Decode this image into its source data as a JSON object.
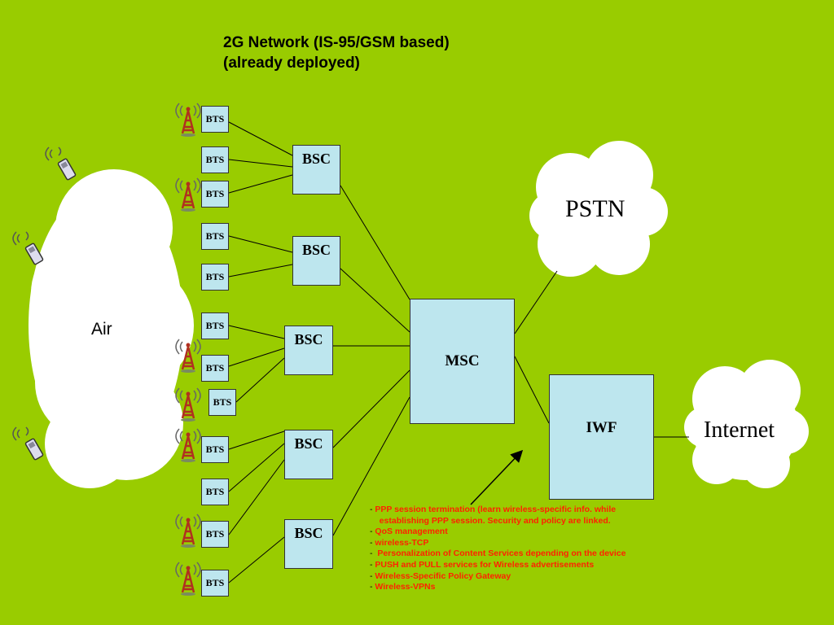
{
  "title": {
    "line1": "2G Network (IS-95/GSM based)",
    "line2": "(already deployed)"
  },
  "clouds": {
    "air": "Air",
    "pstn": "PSTN",
    "internet": "Internet"
  },
  "nodes": {
    "bts_label": "BTS",
    "bsc_label": "BSC",
    "msc_label": "MSC",
    "iwf_label": "IWF"
  },
  "notes": [
    "PPP session termination (learn wireless-specific info. while",
    "  establishing PPP session. Security and policy are linked.",
    "QoS management",
    "wireless-TCP",
    " Personalization of Content Services depending on the device",
    "PUSH and PULL services for Wireless advertisements",
    "Wireless-Specific Policy Gateway",
    "Wireless-VPNs"
  ],
  "colors": {
    "background": "#99cc00",
    "box_fill": "#bde6ee",
    "note_text": "#ff2200",
    "tower": "#c0392b"
  },
  "icons": [
    "antenna-tower-icon",
    "mobile-phone-icon",
    "cloud-shape",
    "arrow-icon"
  ]
}
